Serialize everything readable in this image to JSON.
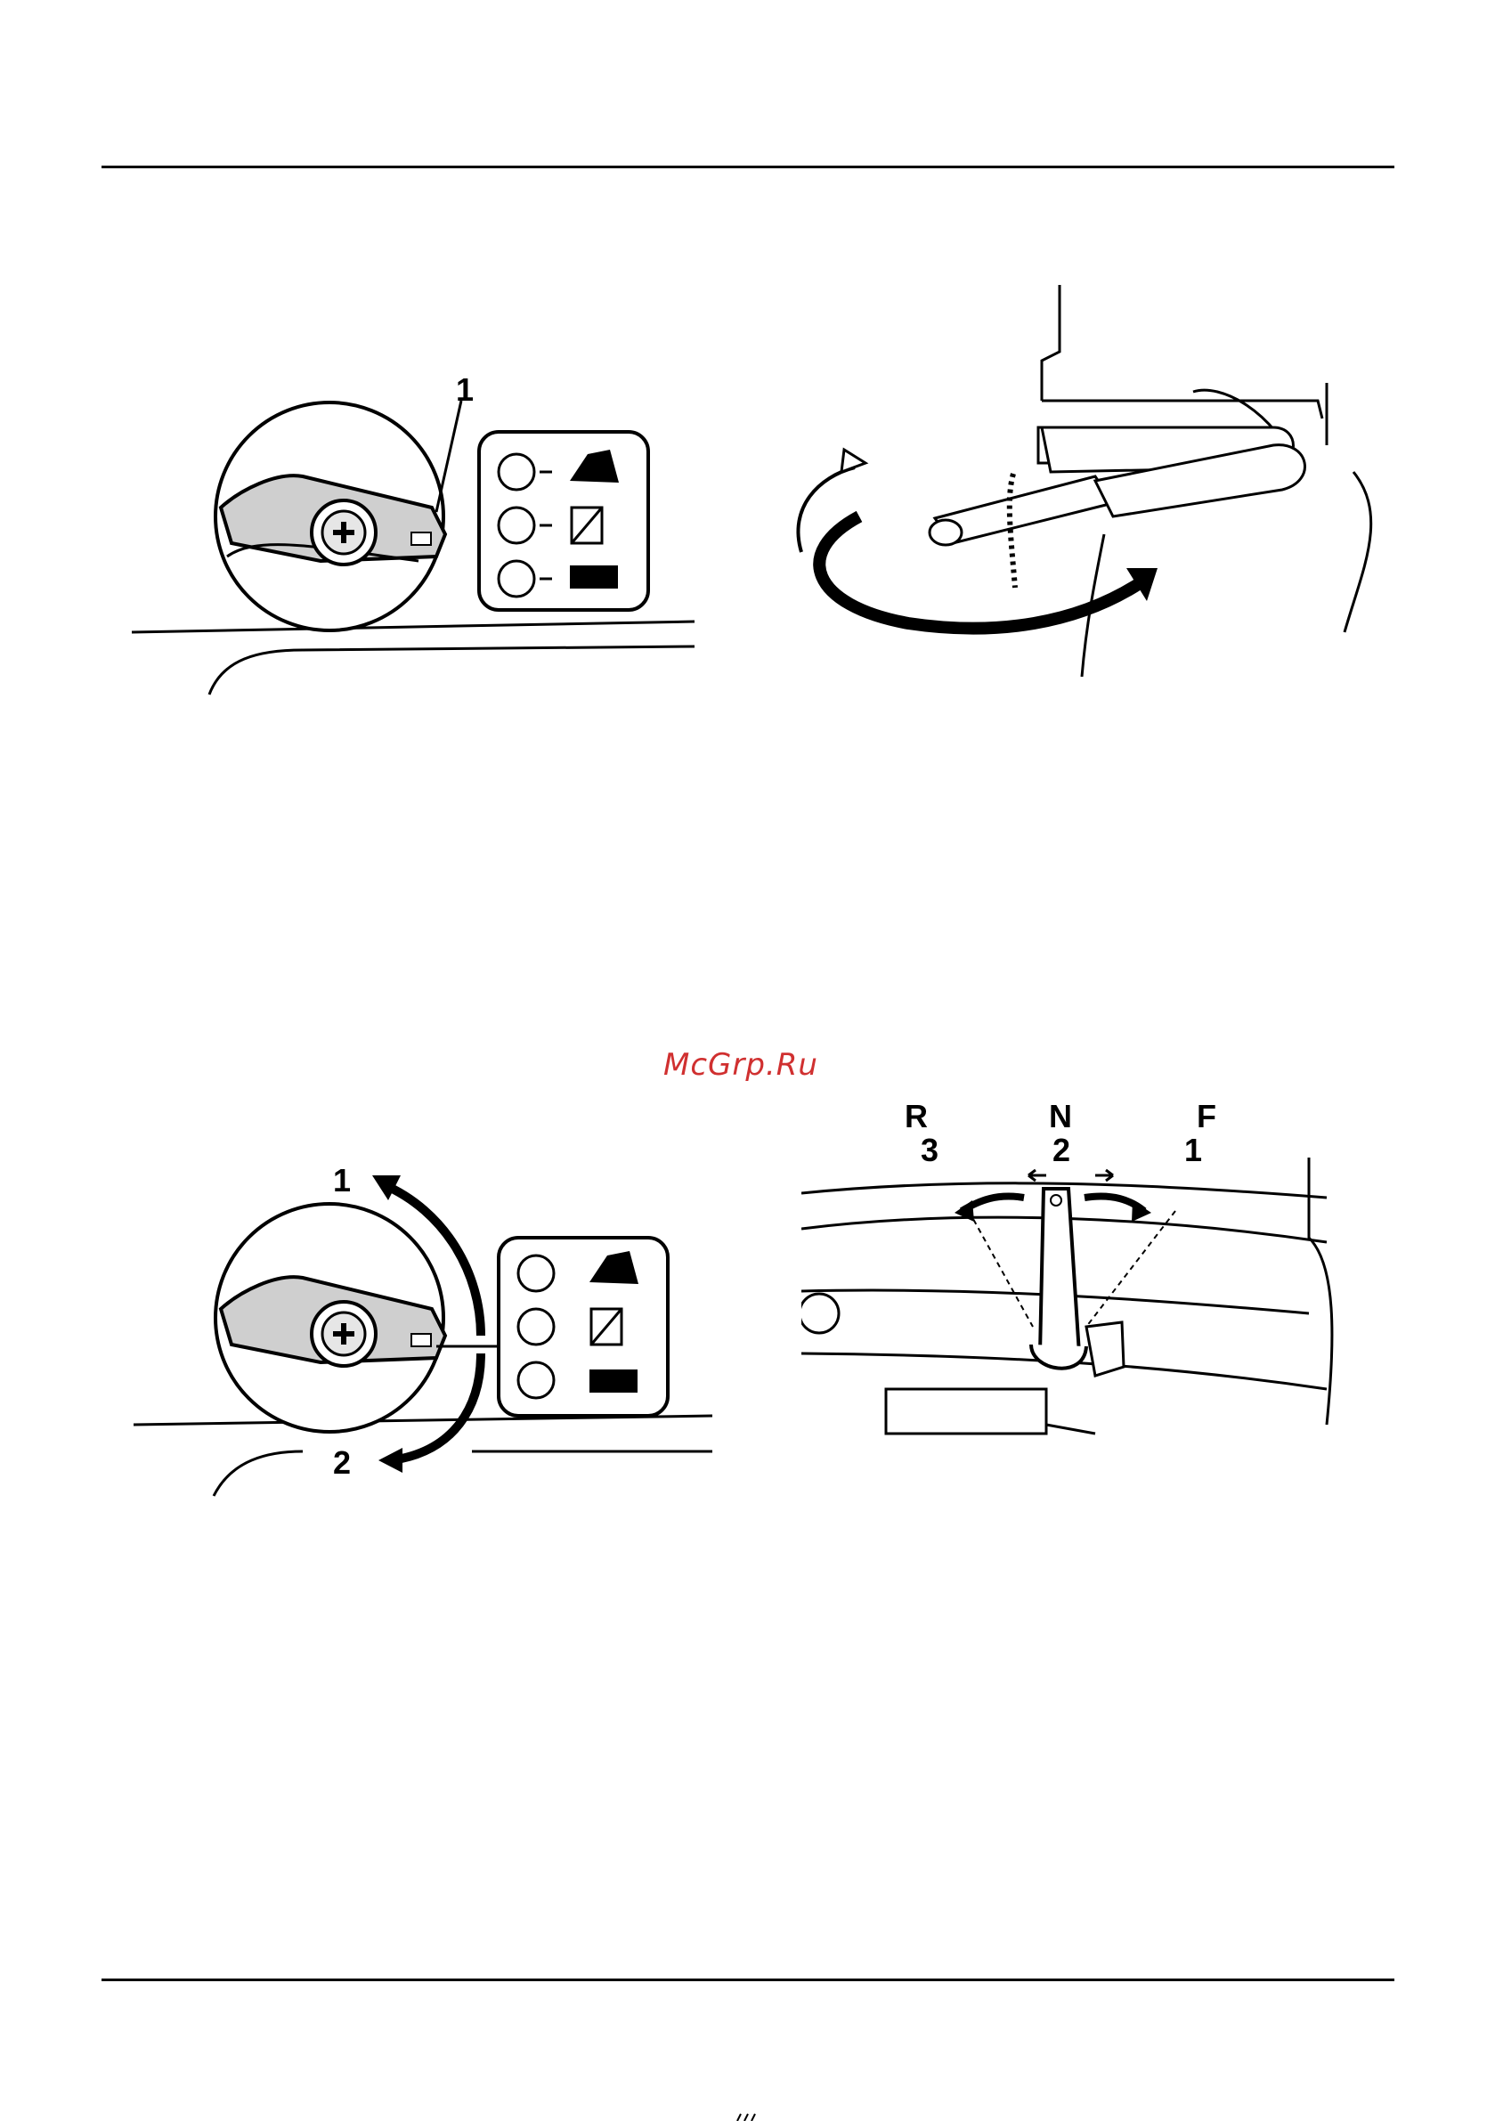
{
  "watermark": "McGrp.Ru",
  "figure_top_left": {
    "callout": "1"
  },
  "figure_bottom_left": {
    "callout_1": "1",
    "callout_2": "2"
  },
  "figure_bottom_right": {
    "letters": {
      "reverse": "R",
      "neutral": "N",
      "forward": "F"
    },
    "numbers": {
      "reverse": "3",
      "neutral": "2",
      "forward": "1"
    }
  },
  "colors": {
    "watermark": "#d03030",
    "ink": "#000000"
  }
}
